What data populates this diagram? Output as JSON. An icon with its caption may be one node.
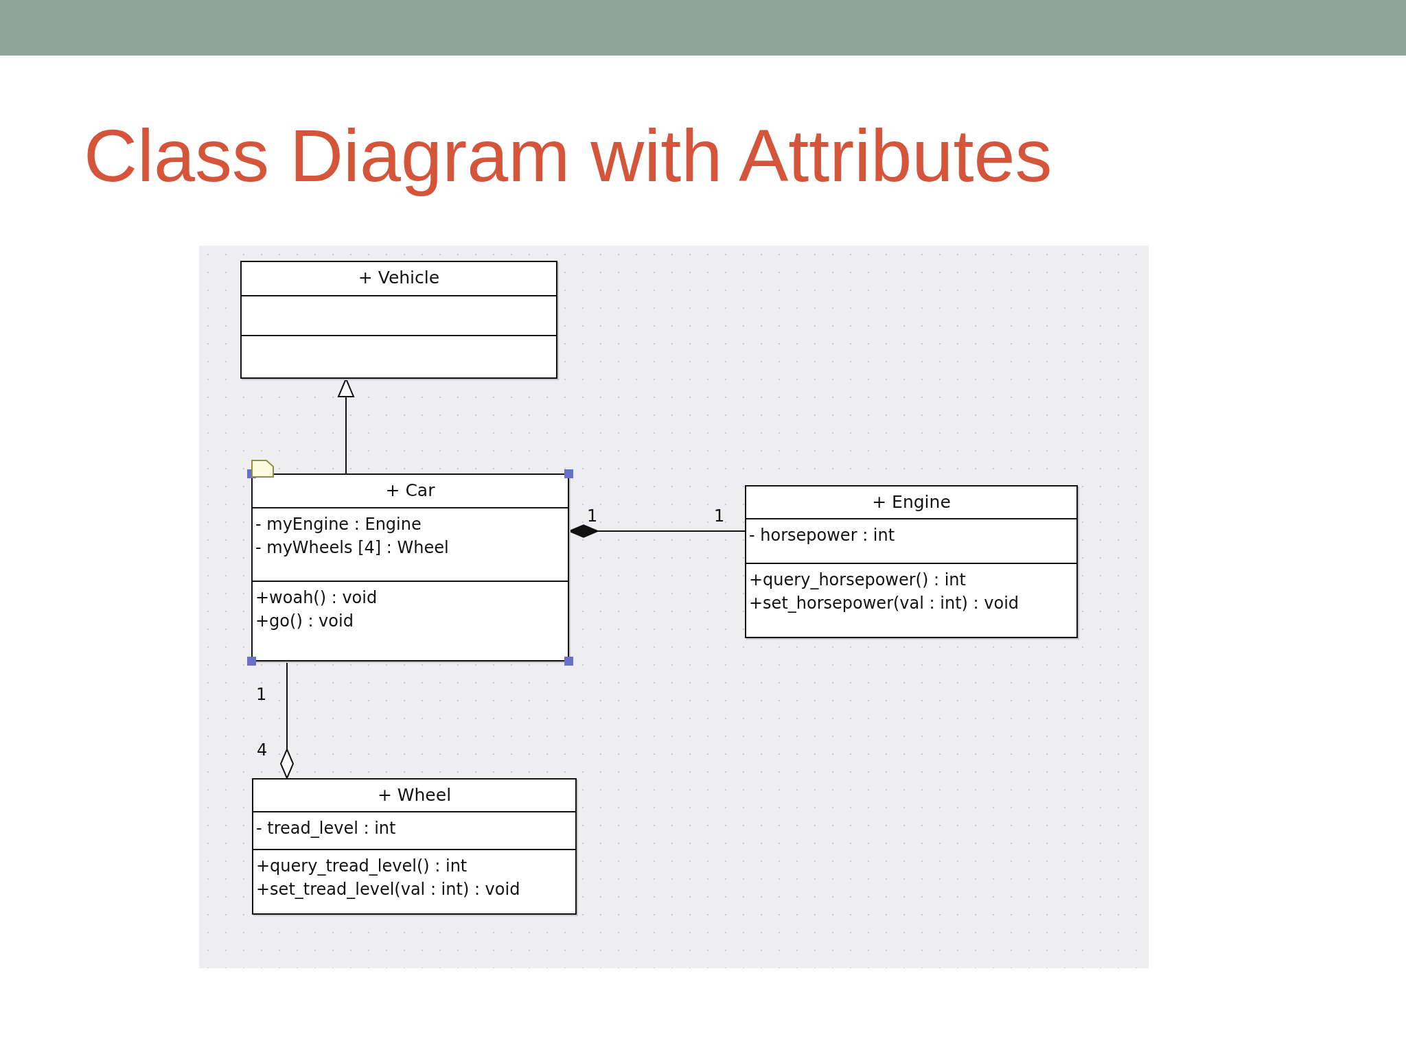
{
  "diagram": {
    "title": "Class Diagram with Attributes",
    "nodes": [
      {
        "text": [
          "+ Vehicle"
        ]
      },
      {
        "text": [],
        "shape": "box",
        "in": 0
      },
      {
        "text": [],
        "shape": "box",
        "in": 0
      },
      {
        "text": [
          "+ Car"
        ]
      },
      {
        "text": [
          "- myEngine : Engine",
          "- myWheels [4] : Wheel"
        ],
        "in": 3
      },
      {
        "text": [
          "+woah() : void",
          "+go() : void"
        ],
        "in": 3
      },
      {
        "text": [
          "+ Engine"
        ]
      },
      {
        "text": [
          "- horsepower : int"
        ],
        "in": 6
      },
      {
        "text": [
          "+query_horsepower() : int",
          "+set_horsepower(val : int) : void"
        ],
        "in": 6
      },
      {
        "text": [
          "+ Wheel"
        ]
      },
      {
        "text": [
          "- tread_level : int"
        ],
        "in": 9
      },
      {
        "text": [
          "+query_tread_level() : int",
          "+set_tread_level(val : int) : void"
        ],
        "in": 9
      }
    ],
    "edges": [
      {
        "from": 3,
        "to": 0,
        "arrow": "to"
      },
      {
        "from": 3,
        "to": 6,
        "arrow": "other"
      },
      {
        "from": 9,
        "to": 3,
        "arrow": "other"
      }
    ],
    "labels": [
      "1",
      "1",
      "1",
      "4"
    ]
  }
}
